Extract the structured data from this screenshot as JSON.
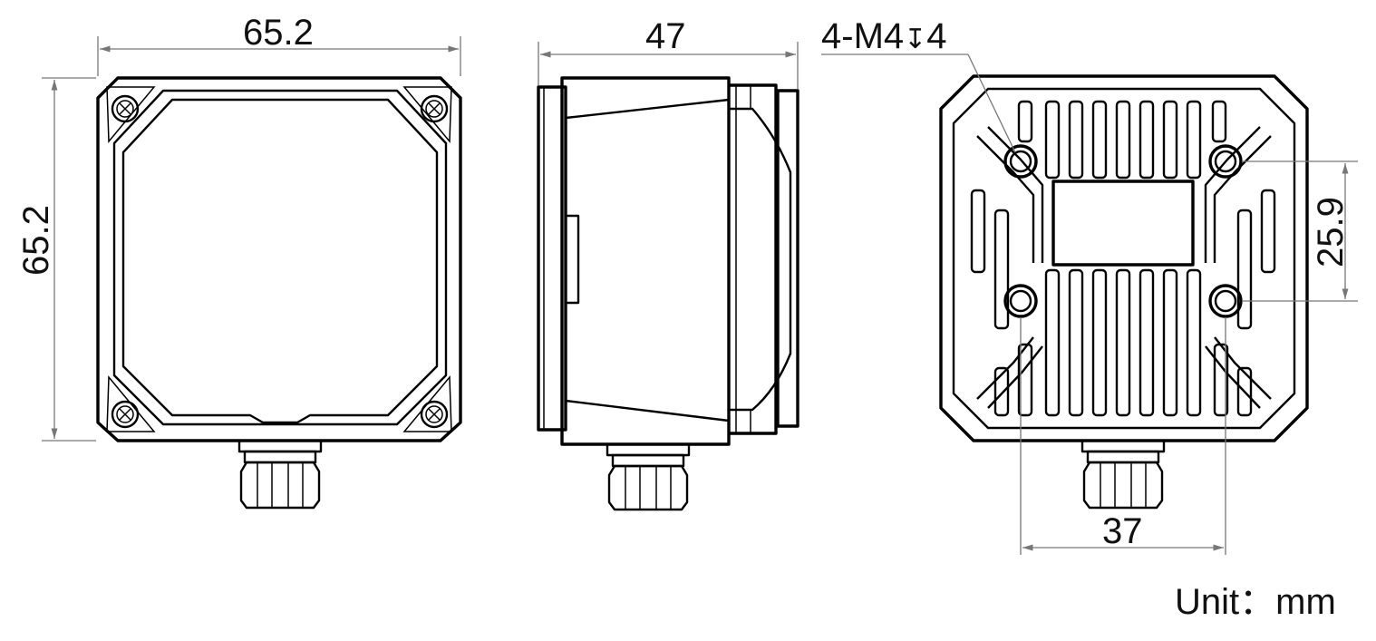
{
  "views": {
    "front": {
      "width": "65.2",
      "height": "65.2"
    },
    "side": {
      "depth": "47"
    },
    "back": {
      "thread_callout": "4-M4",
      "thread_depth_symbol": "↧",
      "thread_depth": "4",
      "hole_v_spacing": "25.9",
      "hole_h_spacing": "37"
    }
  },
  "unit_label": "Unit：mm",
  "colors": {
    "line": "#000000",
    "dimension": "#777777",
    "background": "#ffffff"
  }
}
